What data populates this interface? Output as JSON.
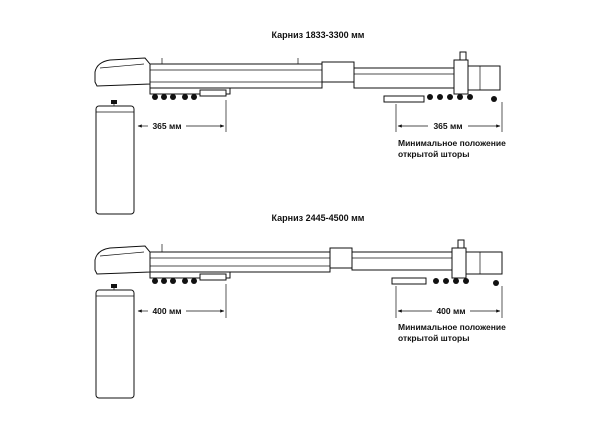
{
  "diagrams": [
    {
      "title": "Карниз 1833-3300 мм",
      "left_dimension": "365 мм",
      "right_dimension": "365 мм",
      "note_line1": "Минимальное положение",
      "note_line2": "открытой шторы"
    },
    {
      "title": "Карниз 2445-4500 мм",
      "left_dimension": "400 мм",
      "right_dimension": "400 мм",
      "note_line1": "Минимальное положение",
      "note_line2": "открытой шторы"
    }
  ],
  "colors": {
    "line": "#111111",
    "background": "#ffffff"
  }
}
